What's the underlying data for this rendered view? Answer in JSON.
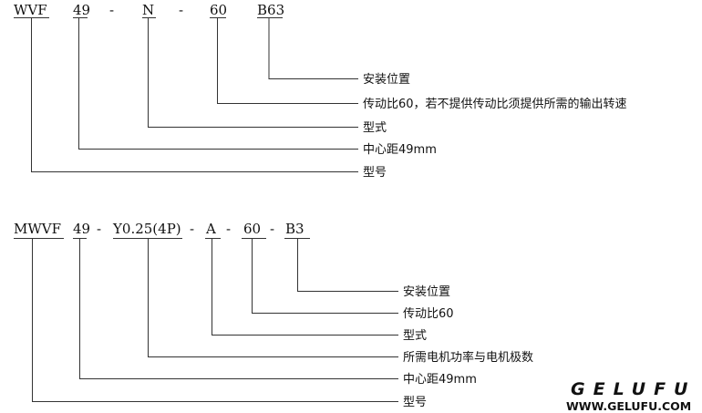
{
  "diagram1": {
    "codes": [
      "WVF",
      "49",
      "-",
      "N",
      "-",
      "60",
      "B63"
    ],
    "labels": [
      "安装位置",
      "传动比60，若不提供传动比须提供所需的输出转速",
      "型式",
      "中心距49mm",
      "型号"
    ]
  },
  "diagram2": {
    "codes": [
      "MWVF",
      "49",
      "-",
      "Y0.25(4P)",
      "-",
      "A",
      "-",
      "60",
      "-",
      "B3"
    ],
    "labels": [
      "安装位置",
      "传动比60",
      "型式",
      "所需电机功率与电机极数",
      "中心距49mm",
      "型号"
    ]
  },
  "logo": {
    "brand": "GELUFU",
    "url": "WWW.GELUFU.COM"
  }
}
